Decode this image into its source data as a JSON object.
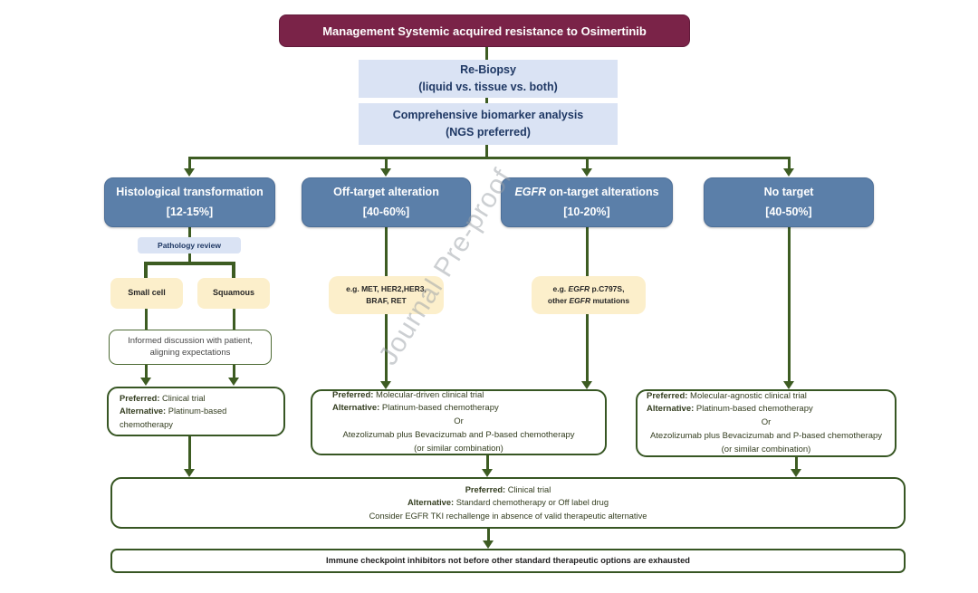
{
  "watermark": "Journal Pre-proof",
  "colors": {
    "header_maroon": "#7a2348",
    "branch_blue": "#5b7fa9",
    "light_blue": "#dae3f4",
    "cream_yellow": "#fcefcb",
    "connector_green": "#3d5c22",
    "navy_text": "#1f3864"
  },
  "header": {
    "title": "Management Systemic acquired resistance to  Osimertinib"
  },
  "rebiopsy": {
    "line1": "Re-Biopsy",
    "line2": "(liquid vs. tissue vs. both)"
  },
  "biomarker": {
    "line1": "Comprehensive biomarker analysis",
    "line2": "(NGS preferred)"
  },
  "branches": {
    "histological": {
      "title": "Histological transformation",
      "rate": "[12-15%]"
    },
    "off_target": {
      "title": "Off-target alteration",
      "rate": "[40-60%]"
    },
    "on_target": {
      "gene": "EGFR",
      "title_rest": " on-target alterations",
      "rate": "[10-20%]"
    },
    "no_target": {
      "title": "No target",
      "rate": "[40-50%]"
    }
  },
  "pathology": {
    "label": "Pathology review"
  },
  "small_cell": {
    "label": "Small cell"
  },
  "squamous": {
    "label": "Squamous"
  },
  "eg_met": {
    "line1": "e.g. MET, HER2,HER3,",
    "line2": "BRAF, RET"
  },
  "eg_egfr": {
    "prefix": "e.g. ",
    "gene1": "EGFR",
    "line1_rest": " p.C797S,",
    "line2_prefix": "other ",
    "gene2": "EGFR",
    "line2_rest": " mutations"
  },
  "informed": {
    "line1": "Informed discussion with patient,",
    "line2": "aligning expectations"
  },
  "treatment_histological": {
    "preferred_label": "Preferred:",
    "preferred": " Clinical trial",
    "alternative_label": "Alternative:",
    "alternative": " Platinum-based chemotherapy"
  },
  "treatment_molecular": {
    "preferred_label": "Preferred:",
    "preferred": " Molecular-driven clinical trial",
    "alternative_label": "Alternative:",
    "alternative": " Platinum-based chemotherapy",
    "or": "Or",
    "combo": "Atezolizumab plus Bevacizumab and P-based chemotherapy",
    "combo_note": "(or similar combination)"
  },
  "treatment_agnostic": {
    "preferred_label": "Preferred:",
    "preferred": " Molecular-agnostic  clinical trial",
    "alternative_label": "Alternative:",
    "alternative": " Platinum-based chemotherapy",
    "or": "Or",
    "combo": "Atezolizumab plus Bevacizumab and P-based chemotherapy",
    "combo_note": "(or similar combination)"
  },
  "final_option": {
    "preferred_label": "Preferred:",
    "preferred": " Clinical trial",
    "alternative_label": "Alternative:",
    "alternative": " Standard chemotherapy or Off label drug",
    "consider": "Consider EGFR TKI rechallenge in absence of valid therapeutic alternative"
  },
  "ici_note": {
    "text": "Immune checkpoint inhibitors not before other standard therapeutic options are exhausted"
  }
}
